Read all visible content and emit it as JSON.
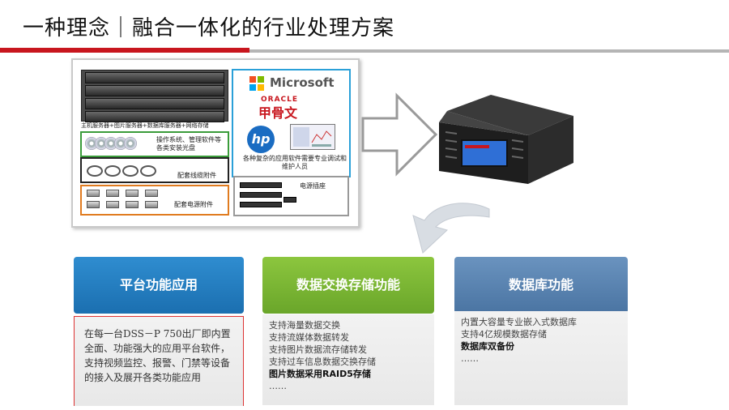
{
  "header": {
    "title": "一种理念｜融合一体化的行业处理方案"
  },
  "diagram": {
    "rack_caption": "主机服务器+图片服务器+数据库服务器+网络存储",
    "disc_box_label": "操作系统、管理软件等各类安装光盘",
    "cable_box_label": "配套线缆附件",
    "psu_box_label": "配套电源附件",
    "power_strip_label": "电源插座",
    "software_label": "各种复杂的应用软件需要专业调试和维护人员",
    "logos": {
      "microsoft": "Microsoft",
      "oracle": "ORACLE",
      "oracle_cn": "甲骨文",
      "hp": "hp"
    }
  },
  "cards": [
    {
      "heading": "平台功能应用",
      "color": "#1b6fb0",
      "body": "在每一台DSS－P 750出厂即内置全面、功能强大的应用平台软件，支持视频监控、报警、门禁等设备的接入及展开各类功能应用"
    },
    {
      "heading": "数据交换存储功能",
      "color": "#6aa62a",
      "items": [
        {
          "text": "支持海量数据交换",
          "strong": false
        },
        {
          "text": "支持流媒体数据转发",
          "strong": false
        },
        {
          "text": "支持图片数据流存储转发",
          "strong": false
        },
        {
          "text": "支持过车信息数据交换存储",
          "strong": false
        },
        {
          "text": "图片数据采用RAID5存储",
          "strong": true
        },
        {
          "text": "……",
          "strong": false
        }
      ]
    },
    {
      "heading": "数据库功能",
      "color": "#4a74a2",
      "items": [
        {
          "text": "内置大容量专业嵌入式数据库",
          "strong": false
        },
        {
          "text": "支持4亿规模数据存储",
          "strong": false
        },
        {
          "text": "数据库双备份",
          "strong": true
        },
        {
          "text": "……",
          "strong": false
        }
      ]
    }
  ]
}
